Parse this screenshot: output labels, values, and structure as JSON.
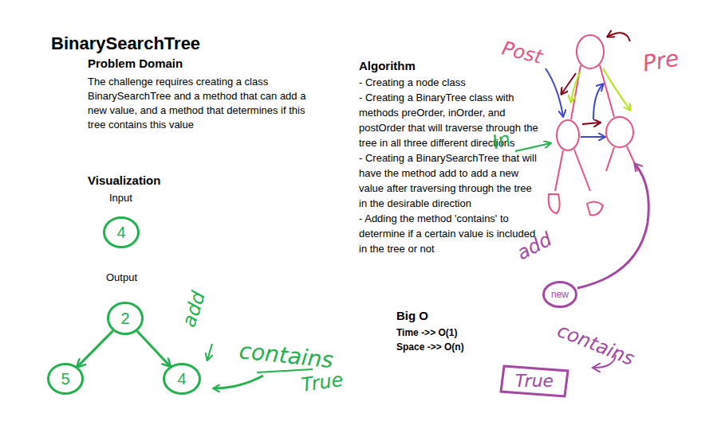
{
  "diagram": {
    "title": "BinarySearchTree",
    "nodes": [
      {
        "text": [
          "4"
        ]
      },
      {
        "text": [
          "2"
        ]
      },
      {
        "text": [
          "5"
        ]
      },
      {
        "text": [
          "4"
        ]
      },
      {
        "text": [
          "new"
        ]
      },
      {
        "text": [
          "True"
        ]
      }
    ],
    "edges": [
      {
        "from": 1,
        "to": 2,
        "arrow": "to"
      },
      {
        "from": 1,
        "to": 3,
        "arrow": "to"
      }
    ],
    "labels": [
      "Problem Domain",
      "The challenge requires creating a class BinarySearchTree and a method that can add a new value, and a method that determines if this tree contains this value",
      "Visualization",
      "Input",
      "Output",
      "add",
      "contains",
      "True",
      "Algorithm",
      "- Creating a node class",
      "- Creating a BinaryTree class with methods preOrder, inOrder, and postOrder that will traverse through the tree in all three different directions",
      "- Creating a BinarySearchTree that will have the method add to add a new value after traversing through the tree in the desirable direction",
      "- Adding the method 'contains' to determine if a certain value is included in the tree or not",
      "Big O",
      "Time ->> O(1)",
      "Space ->> O(n)",
      "Post",
      "Pre",
      "In",
      "add",
      "contains"
    ]
  }
}
